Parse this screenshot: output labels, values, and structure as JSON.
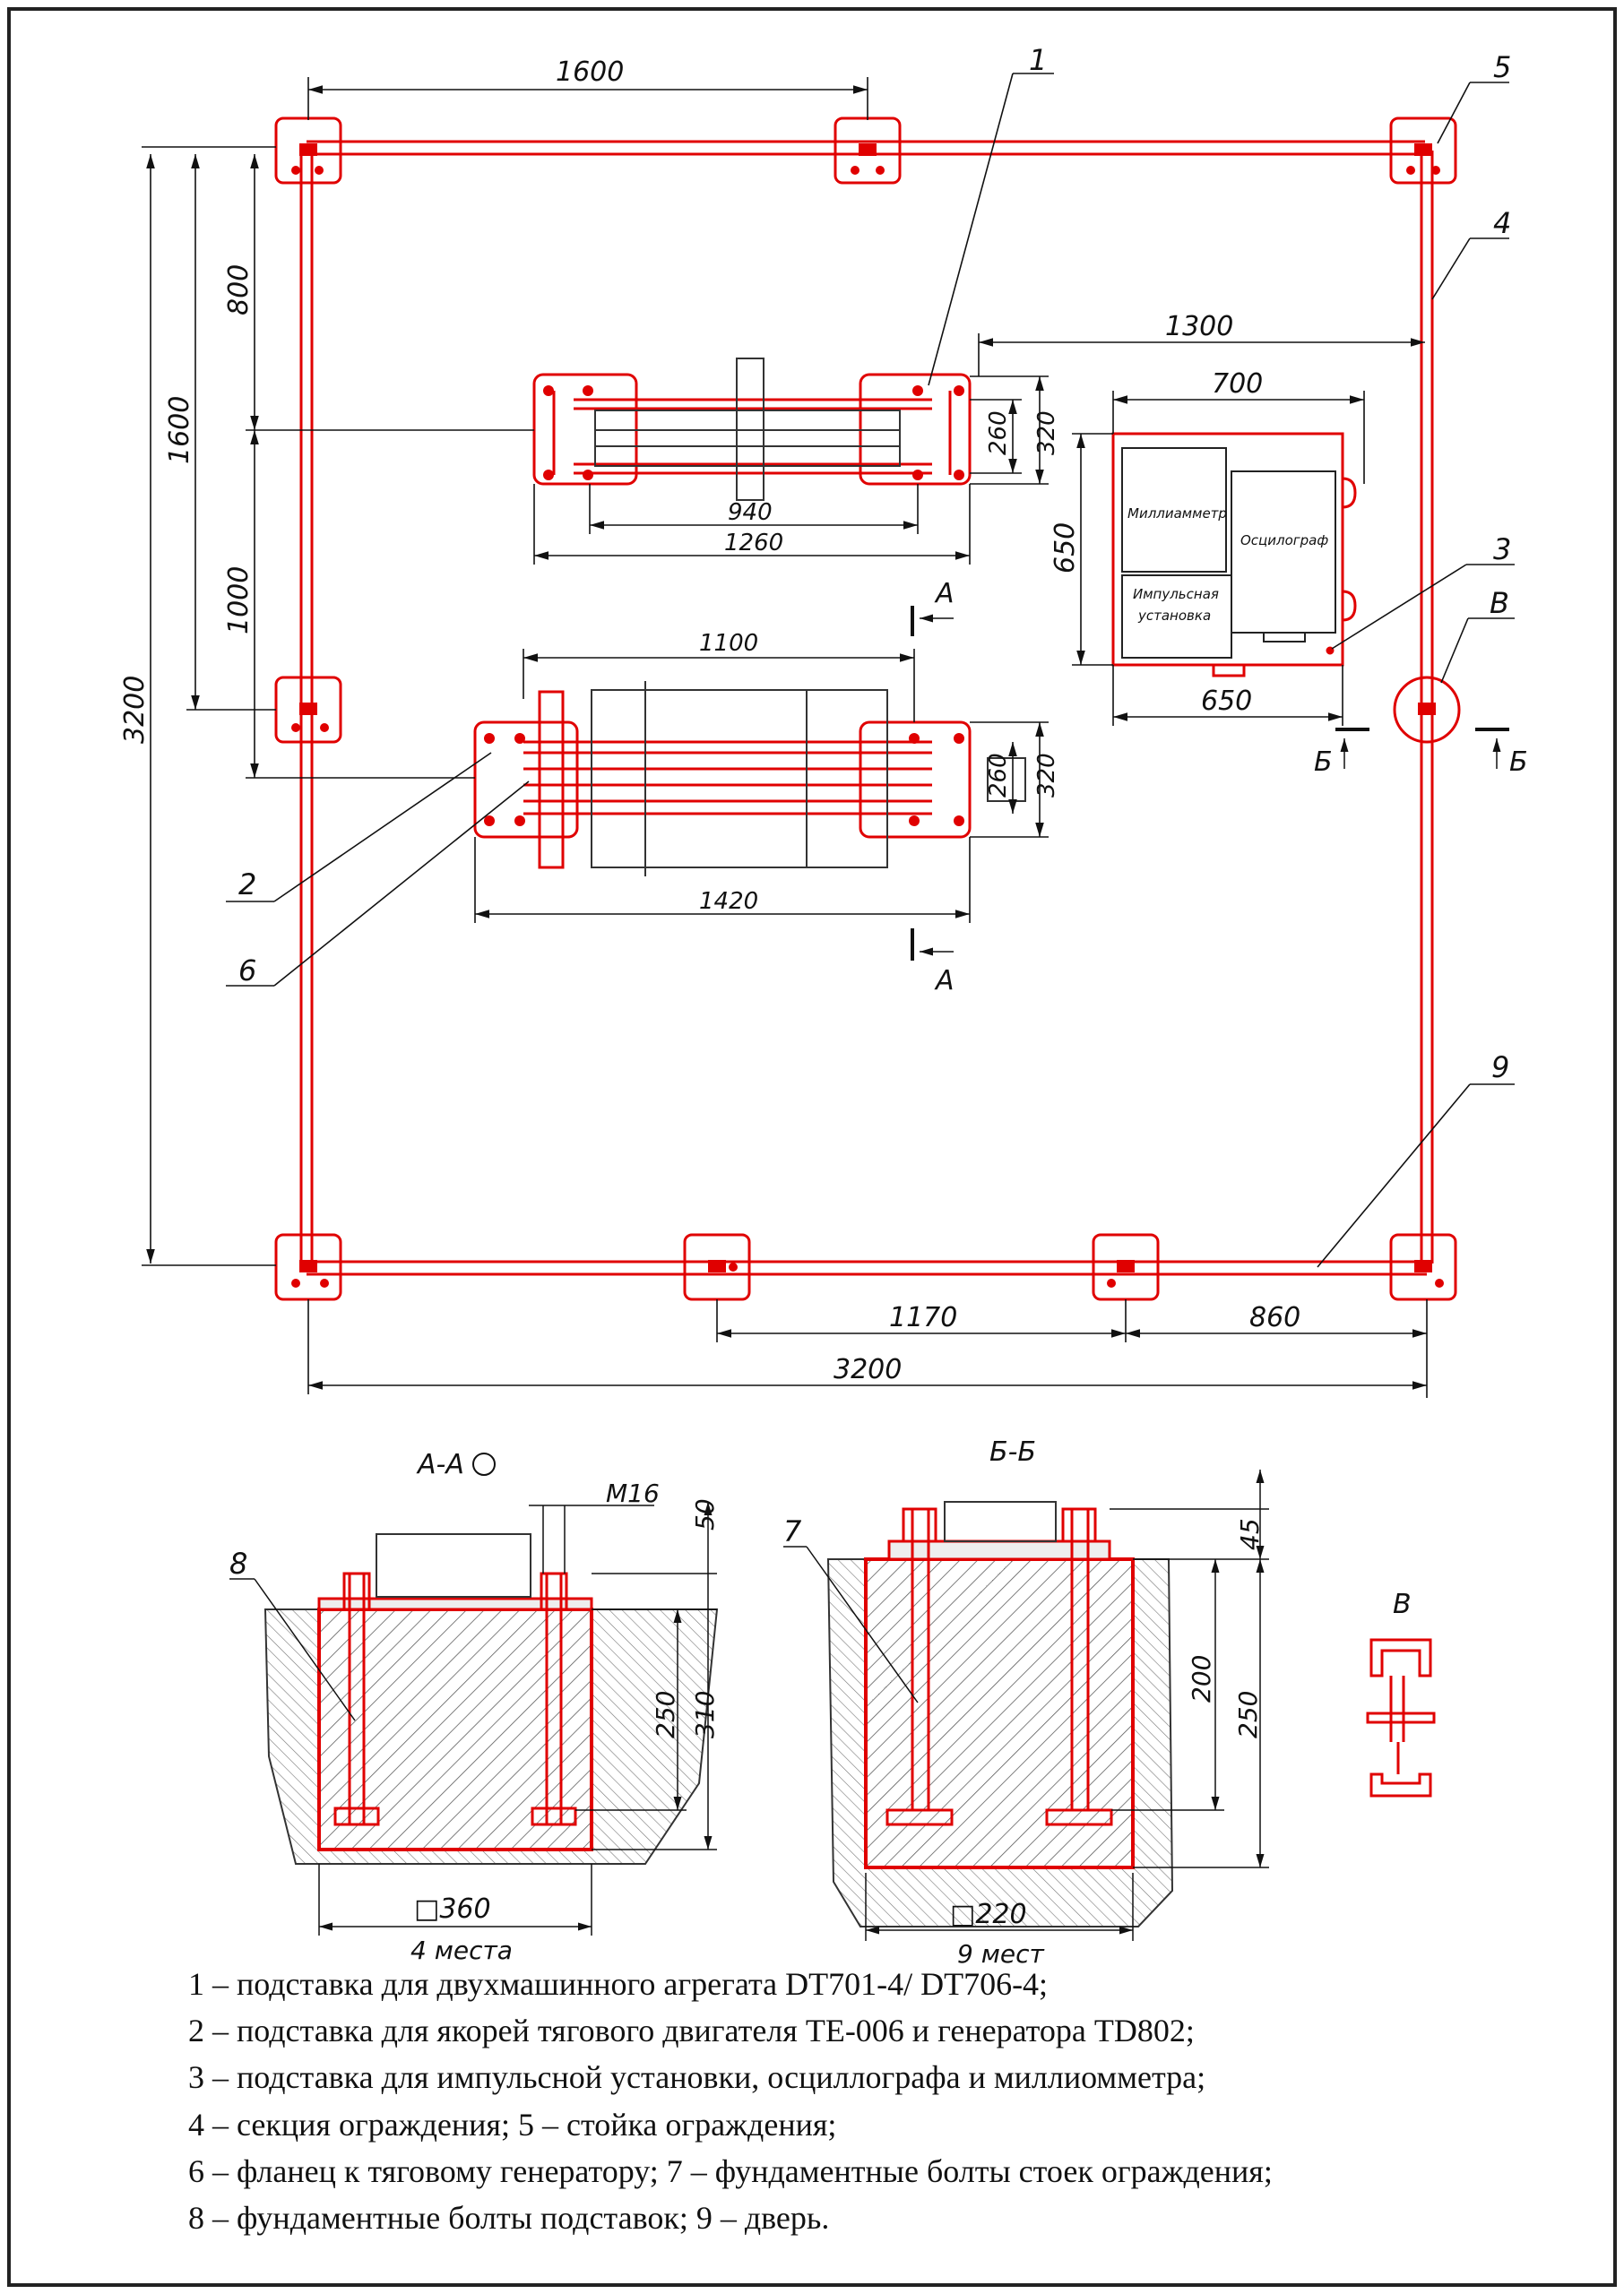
{
  "colors": {
    "accent": "#e00000",
    "line": "#111111",
    "hatch": "#555555"
  },
  "plan": {
    "dims": {
      "top_span": "1600",
      "right_span": "1300",
      "device_width": "700",
      "device_height": "650",
      "device_base": "650",
      "stand1_inner": "940",
      "stand1_outer": "1260",
      "stand1_h1": "260",
      "stand1_h2": "320",
      "stand2_top": "1100",
      "stand2_outer": "1420",
      "stand2_h1": "260",
      "stand2_h2": "320",
      "left_800": "800",
      "left_1600": "1600",
      "left_1000": "1000",
      "left_3200": "3200",
      "bottom_1170": "1170",
      "bottom_860": "860",
      "bottom_3200": "3200"
    },
    "callouts": [
      "1",
      "2",
      "3",
      "4",
      "5",
      "6",
      "9",
      "B"
    ],
    "section_marks": {
      "a": "A",
      "b": "Б"
    },
    "device_labels": {
      "milliammeter": "Миллиамметр",
      "oscillograph": "Осцилограф",
      "pulse_line1": "Импульсная",
      "pulse_line2": "установка"
    }
  },
  "sections": {
    "aa": {
      "title": "A-A",
      "callout": "8",
      "thread": "M16",
      "d50": "50",
      "d250": "250",
      "d310": "310",
      "size": "□360",
      "count": "4 места"
    },
    "bb": {
      "title": "Б-Б",
      "callout": "7",
      "d45": "45",
      "d200": "200",
      "d250": "250",
      "size": "□220",
      "count": "9 мест"
    },
    "v": {
      "title": "В"
    }
  },
  "legend": [
    "1 – подставка для двухмашинного агрегата DT701-4/ DT706-4;",
    "2 – подставка для якорей тягового двигателя TE-006 и генератора TD802;",
    "3 – подставка для импульсной установки, осциллографа и миллиомметра;",
    "4 – секция ограждения; 5 – стойка ограждения;",
    "6 – фланец к тяговому генератору; 7 – фундаментные болты стоек ограждения;",
    "8 – фундаментные болты подставок; 9 – дверь."
  ]
}
